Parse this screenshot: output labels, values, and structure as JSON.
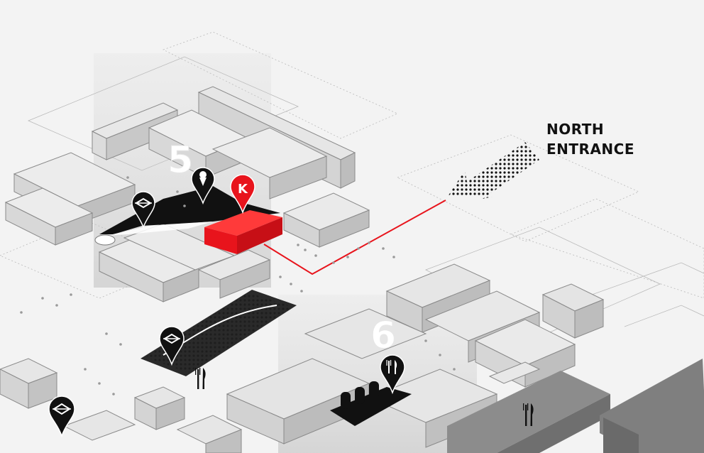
{
  "map": {
    "entrance": {
      "line1": "NORTH",
      "line2": "ENTRANCE"
    },
    "blocks": [
      {
        "id": "block-5",
        "label": "5"
      },
      {
        "id": "block-6",
        "label": "6"
      }
    ],
    "markers": [
      {
        "name": "info-marker-left",
        "icon": "stage-icon"
      },
      {
        "name": "icecream-marker",
        "icon": "ice-cream-icon"
      },
      {
        "name": "k-marker",
        "icon": "letter-k-icon",
        "label": "K"
      },
      {
        "name": "stage-marker-middle",
        "icon": "stage-icon"
      },
      {
        "name": "food-marker-block6",
        "icon": "fork-knife-icon"
      },
      {
        "name": "stage-marker-bottom-left",
        "icon": "stage-icon"
      }
    ],
    "colors": {
      "accent": "#e8141c",
      "building_fill": "#d9d9d9",
      "building_dark": "#7a7a7a",
      "zone_black": "#111111",
      "background": "#f3f3f3"
    }
  }
}
